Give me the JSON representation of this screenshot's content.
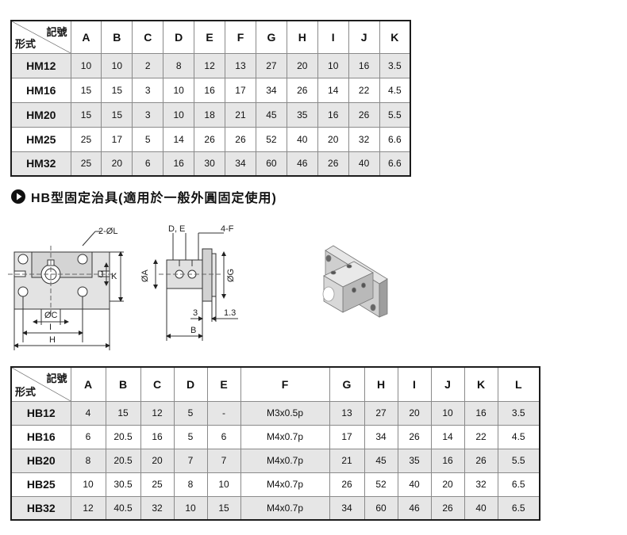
{
  "corner_label": {
    "top": "記號",
    "bottom": "形式"
  },
  "hm_table": {
    "columns": [
      "A",
      "B",
      "C",
      "D",
      "E",
      "F",
      "G",
      "H",
      "I",
      "J",
      "K"
    ],
    "rows": [
      {
        "model": "HM12",
        "values": [
          "10",
          "10",
          "2",
          "8",
          "12",
          "13",
          "27",
          "20",
          "10",
          "16",
          "3.5"
        ]
      },
      {
        "model": "HM16",
        "values": [
          "15",
          "15",
          "3",
          "10",
          "16",
          "17",
          "34",
          "26",
          "14",
          "22",
          "4.5"
        ]
      },
      {
        "model": "HM20",
        "values": [
          "15",
          "15",
          "3",
          "10",
          "18",
          "21",
          "45",
          "35",
          "16",
          "26",
          "5.5"
        ]
      },
      {
        "model": "HM25",
        "values": [
          "25",
          "17",
          "5",
          "14",
          "26",
          "26",
          "52",
          "40",
          "20",
          "32",
          "6.6"
        ]
      },
      {
        "model": "HM32",
        "values": [
          "25",
          "20",
          "6",
          "16",
          "30",
          "34",
          "60",
          "46",
          "26",
          "40",
          "6.6"
        ]
      }
    ]
  },
  "section": {
    "title": "HB型固定治具(適用於一般外圓固定使用)"
  },
  "drawing_labels": {
    "front": {
      "holes": "2-ØL",
      "j": "J",
      "k": "K",
      "c": "ØC",
      "i": "I",
      "h": "H"
    },
    "side": {
      "d_e": "D, E",
      "f": "4-F",
      "a": "ØA",
      "g": "ØG",
      "three": "3",
      "one_three": "1.3",
      "b": "B"
    }
  },
  "hb_table": {
    "columns": [
      "A",
      "B",
      "C",
      "D",
      "E",
      "F",
      "G",
      "H",
      "I",
      "J",
      "K",
      "L"
    ],
    "rows": [
      {
        "model": "HB12",
        "values": [
          "4",
          "15",
          "12",
          "5",
          "-",
          "M3x0.5p",
          "13",
          "27",
          "20",
          "10",
          "16",
          "3.5"
        ]
      },
      {
        "model": "HB16",
        "values": [
          "6",
          "20.5",
          "16",
          "5",
          "6",
          "M4x0.7p",
          "17",
          "34",
          "26",
          "14",
          "22",
          "4.5"
        ]
      },
      {
        "model": "HB20",
        "values": [
          "8",
          "20.5",
          "20",
          "7",
          "7",
          "M4x0.7p",
          "21",
          "45",
          "35",
          "16",
          "26",
          "5.5"
        ]
      },
      {
        "model": "HB25",
        "values": [
          "10",
          "30.5",
          "25",
          "8",
          "10",
          "M4x0.7p",
          "26",
          "52",
          "40",
          "20",
          "32",
          "6.5"
        ]
      },
      {
        "model": "HB32",
        "values": [
          "12",
          "40.5",
          "32",
          "10",
          "15",
          "M4x0.7p",
          "34",
          "60",
          "46",
          "26",
          "40",
          "6.5"
        ]
      }
    ]
  }
}
